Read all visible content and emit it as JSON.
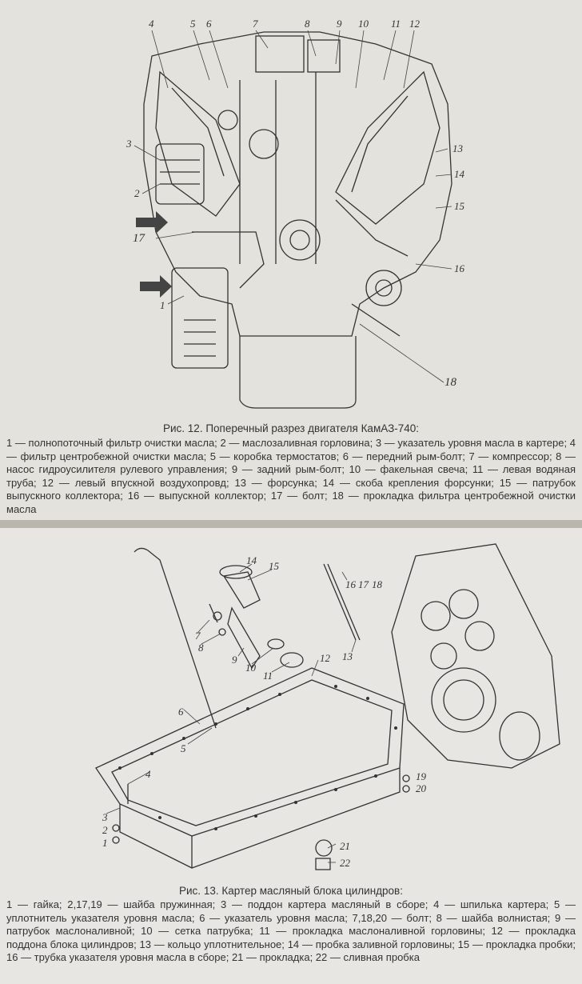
{
  "figure12": {
    "callouts": [
      "4",
      "5",
      "6",
      "7",
      "8",
      "9",
      "10",
      "11",
      "12",
      "3",
      "2",
      "17",
      "1",
      "13",
      "14",
      "15",
      "16",
      "18"
    ],
    "caption_title": "Рис. 12. Поперечный разрез двигателя КамАЗ-740:",
    "caption_body": "1 — полнопоточный фильтр очистки масла; 2 — маслозаливная горловина; 3 — указатель уровня масла в картере; 4 — фильтр центробежной очистки масла; 5 — коробка термостатов; 6 — передний рым-болт; 7 — компрессор; 8 — насос гидроусилителя рулевого управления; 9 — задний рым-болт; 10 — факельная свеча; 11 — левая водяная труба; 12 — левый впускной воздухопровд; 13 — форсунка; 14 — скоба крепления форсунки; 15 — патрубок выпускного коллектора; 16 — выпускной коллектор; 17 — болт; 18 — прокладка фильтра центробежной очистки масла"
  },
  "figure13": {
    "callouts": [
      "14",
      "15",
      "16",
      "17",
      "18",
      "7",
      "8",
      "9",
      "10",
      "11",
      "12",
      "13",
      "6",
      "5",
      "4",
      "3",
      "2",
      "1",
      "19",
      "20",
      "21",
      "22"
    ],
    "caption_title": "Рис. 13. Картер масляный блока цилиндров:",
    "caption_body": "1 — гайка; 2,17,19 — шайба пружинная; 3 — поддон картера масляный в сборе; 4 — шпилька картера; 5 — уплотнитель указателя уровня масла; 6 — указатель уровня масла; 7,18,20 — болт; 8 — шайба волнистая; 9 — патрубок маслоналивной; 10 — сетка патрубка; 11 — прокладка маслоналивной горловины; 12 — прокладка поддона блока цилиндров; 13 — кольцо уплотнительное; 14 — пробка заливной горловины; 15 — прокладка пробки; 16 — трубка указателя уровня масла в сборе; 21 — прокладка; 22 — сливная пробка"
  },
  "colors": {
    "ink": "#2a2a2a",
    "paper": "#e4e2dc"
  }
}
